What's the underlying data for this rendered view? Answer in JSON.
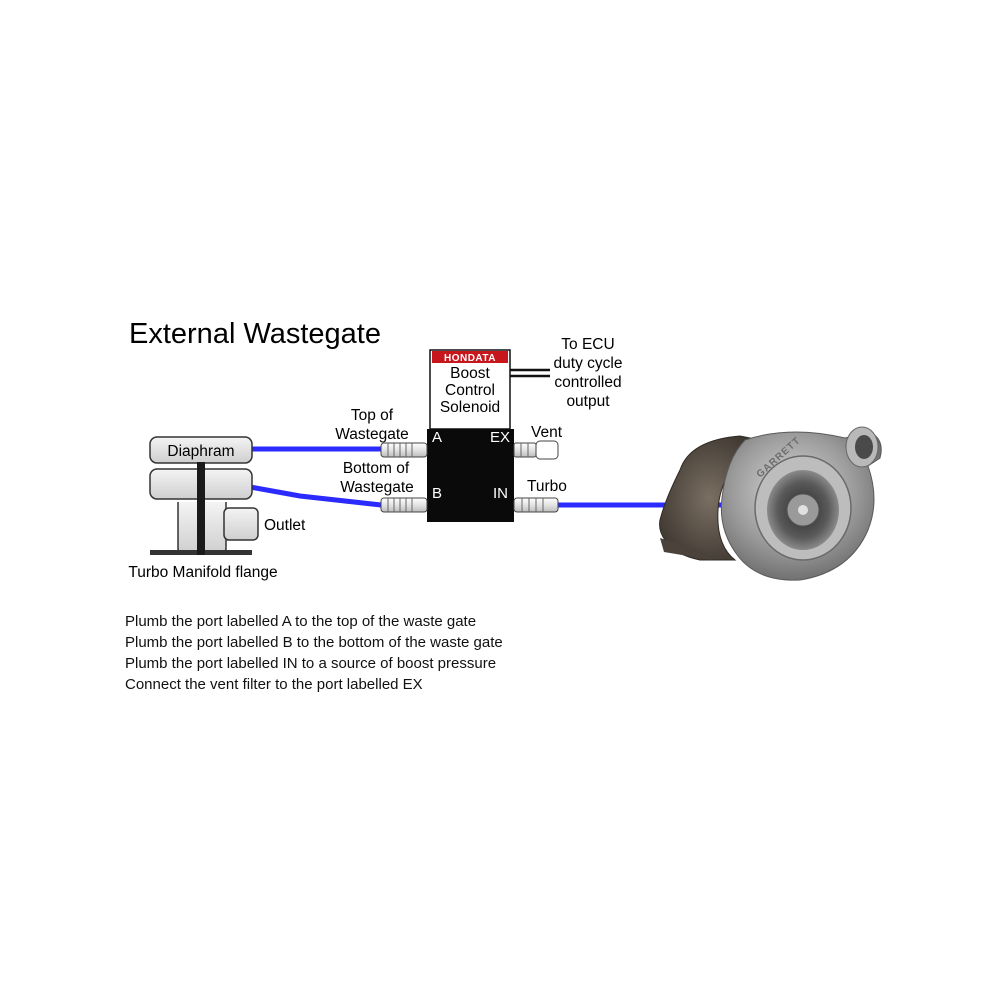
{
  "title": "External Wastegate",
  "solenoid": {
    "brand": "HONDATA",
    "name_lines": [
      "Boost",
      "Control",
      "Solenoid"
    ],
    "ports": {
      "a": "A",
      "ex": "EX",
      "b": "B",
      "in": "IN"
    }
  },
  "labels": {
    "ecu_lines": [
      "To ECU",
      "duty cycle",
      "controlled",
      "output"
    ],
    "top_of_wastegate_lines": [
      "Top of",
      "Wastegate"
    ],
    "bottom_of_wastegate_lines": [
      "Bottom of",
      "Wastegate"
    ],
    "vent": "Vent",
    "turbo": "Turbo",
    "diaphram": "Diaphram",
    "outlet": "Outlet",
    "turbo_manifold_flange": "Turbo Manifold flange",
    "turbo_brand": "GARRETT"
  },
  "instructions": [
    "Plumb the port labelled A to the top of the waste gate",
    "Plumb the port labelled B to the bottom of the waste gate",
    "Plumb the port labelled IN to a source of boost pressure",
    "Connect the vent filter to the port labelled EX"
  ],
  "colors": {
    "hose": "#2b2bff",
    "solenoid_body": "#0a0a0a",
    "brand_badge": "#c8161d",
    "wastegate_fill": "#e6e6e6",
    "turbo_metal": "#9a9a9a"
  },
  "icons": {
    "turbo": "turbocharger-image",
    "vent_filter": "vent-filter-icon"
  }
}
